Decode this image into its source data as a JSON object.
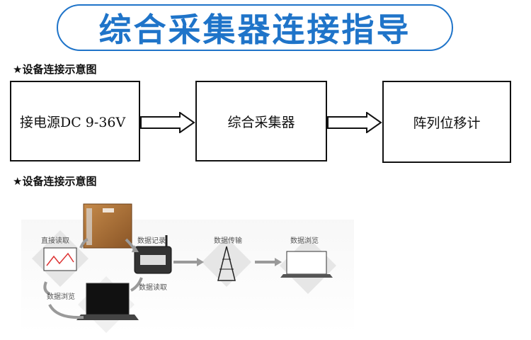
{
  "title": "综合采集器连接指导",
  "section1_label": "★设备连接示意图",
  "boxes": {
    "power": "接电源DC 9-36V",
    "collector": "综合采集器",
    "sensor": "阵列位移计"
  },
  "section2_label": "★设备连接示意图",
  "diagram": {
    "direct_read": "直接读取",
    "data_record": "数据记录",
    "data_transfer": "数据传输",
    "data_browse_right": "数据浏览",
    "data_read": "数据读取",
    "data_browse_left": "数据浏览"
  }
}
